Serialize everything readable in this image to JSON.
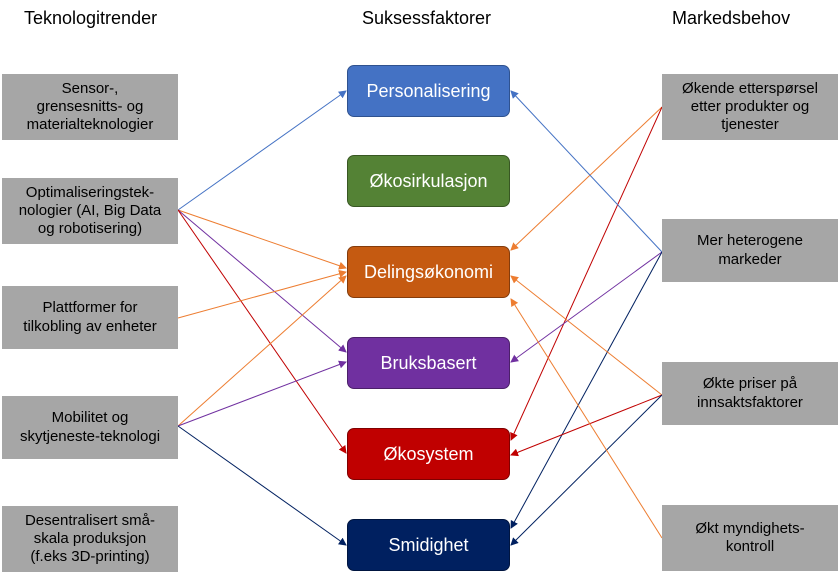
{
  "columns": {
    "left_title": "Teknologitrender",
    "middle_title": "Suksessfaktorer",
    "right_title": "Markedsbehov"
  },
  "technology_trends": [
    "Sensor-,\ngrensesnitts-  og\nmaterialteknologier",
    "Optimaliseringstek-\nnologier (AI, Big Data\nog robotisering)",
    "Plattformer for\ntilkobling av enheter",
    "Mobilitet og\nskytjeneste-teknologi",
    "Desentralisert små-\nskala produksjon\n(f.eks 3D-printing)"
  ],
  "success_factors": [
    {
      "label": "Personalisering",
      "color": "#4472c4",
      "border": "#2f528f"
    },
    {
      "label": "Økosirkulasjon",
      "color": "#548235",
      "border": "#385723"
    },
    {
      "label": "Delingsøkonomi",
      "color": "#c55a11",
      "border": "#843c0c"
    },
    {
      "label": "Bruksbasert",
      "color": "#7030a0",
      "border": "#4b2069"
    },
    {
      "label": "Økosystem",
      "color": "#c00000",
      "border": "#800000"
    },
    {
      "label": "Smidighet",
      "color": "#002060",
      "border": "#001540"
    }
  ],
  "market_needs": [
    "Økende etterspørsel\netter produkter og\ntjenester",
    "Mer heterogene\nmarkeder",
    "Økte priser på\ninnsaktsfaktorer",
    "Økt myndighets-\nkontroll"
  ],
  "connections": [
    {
      "from": "Optimaliseringsteknologier",
      "to": "Personalisering",
      "color": "#4472c4"
    },
    {
      "from": "Optimaliseringsteknologier",
      "to": "Delingsøkonomi",
      "color": "#ed7d31"
    },
    {
      "from": "Optimaliseringsteknologier",
      "to": "Bruksbasert",
      "color": "#7030a0"
    },
    {
      "from": "Optimaliseringsteknologier",
      "to": "Økosystem",
      "color": "#c00000"
    },
    {
      "from": "Plattformer for tilkobling",
      "to": "Delingsøkonomi",
      "color": "#ed7d31"
    },
    {
      "from": "Mobilitet og skytjeneste",
      "to": "Delingsøkonomi",
      "color": "#ed7d31"
    },
    {
      "from": "Mobilitet og skytjeneste",
      "to": "Bruksbasert",
      "color": "#7030a0"
    },
    {
      "from": "Mobilitet og skytjeneste",
      "to": "Smidighet",
      "color": "#002060"
    },
    {
      "from": "Økende etterspørsel",
      "to": "Delingsøkonomi",
      "color": "#ed7d31"
    },
    {
      "from": "Økende etterspørsel",
      "to": "Økosystem",
      "color": "#c00000"
    },
    {
      "from": "Mer heterogene markeder",
      "to": "Personalisering",
      "color": "#4472c4"
    },
    {
      "from": "Mer heterogene markeder",
      "to": "Bruksbasert",
      "color": "#7030a0"
    },
    {
      "from": "Mer heterogene markeder",
      "to": "Smidighet",
      "color": "#002060"
    },
    {
      "from": "Økte priser",
      "to": "Delingsøkonomi",
      "color": "#ed7d31"
    },
    {
      "from": "Økte priser",
      "to": "Økosystem",
      "color": "#c00000"
    },
    {
      "from": "Økte priser",
      "to": "Smidighet",
      "color": "#002060"
    },
    {
      "from": "Økt myndighetskontroll",
      "to": "Delingsøkonomi",
      "color": "#ed7d31"
    }
  ]
}
